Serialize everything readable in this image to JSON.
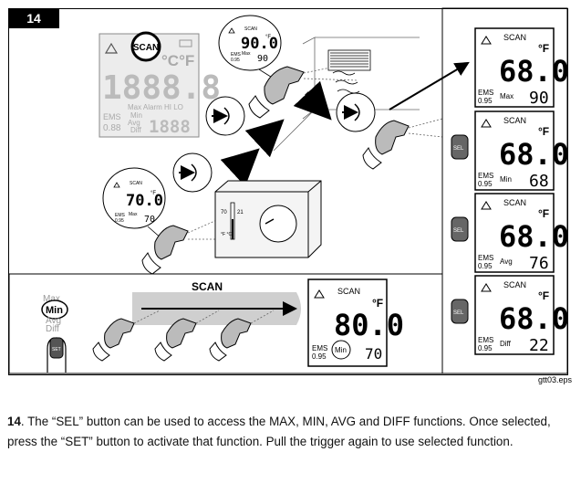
{
  "figure": {
    "number": "14",
    "file_ref": "gtt03.eps",
    "big_display": {
      "scan": "SCAN",
      "unit": "°C°F",
      "digits": "1888.8",
      "ems_label": "EMS",
      "ems_value": "0.88",
      "modes": "Max Alarm HI LO",
      "mode_min": "Min",
      "mode_avg": "Avg",
      "mode_diff": "Diff",
      "sub_digits": "1888"
    },
    "gun_display_top": {
      "scan": "SCAN",
      "value": "90.0",
      "ems": "EMS",
      "ems_value": "0.95",
      "mode": "Max",
      "sub": "90",
      "unit": "°F"
    },
    "gun_display_left": {
      "scan": "SCAN",
      "value": "70.0",
      "ems": "EMS",
      "ems_value": "0.95",
      "mode": "Max",
      "sub": "70",
      "unit": "°F"
    },
    "thermostat": {
      "t1": "70",
      "t2": "21",
      "unit": "°F °C"
    },
    "right_panels": [
      {
        "scan": "SCAN",
        "unit": "°F",
        "value": "68.0",
        "ems": "EMS",
        "ems_value": "0.95",
        "mode": "Max",
        "sub": "90",
        "button": ""
      },
      {
        "scan": "SCAN",
        "unit": "°F",
        "value": "68.0",
        "ems": "EMS",
        "ems_value": "0.95",
        "mode": "Min",
        "sub": "68",
        "button": "SEL"
      },
      {
        "scan": "SCAN",
        "unit": "°F",
        "value": "68.0",
        "ems": "EMS",
        "ems_value": "0.95",
        "mode": "Avg",
        "sub": "76",
        "button": "SEL"
      },
      {
        "scan": "SCAN",
        "unit": "°F",
        "value": "68.0",
        "ems": "EMS",
        "ems_value": "0.95",
        "mode": "Diff",
        "sub": "22",
        "button": "SEL"
      }
    ],
    "bottom": {
      "scan_label": "SCAN",
      "mode_stack": [
        "Max",
        "Min",
        "Avg",
        "Diff"
      ],
      "set_button": "SET",
      "display": {
        "scan": "SCAN",
        "unit": "°F",
        "value": "80.0",
        "ems": "EMS",
        "ems_value": "0.95",
        "mode": "Min",
        "sub": "70"
      }
    }
  },
  "caption": {
    "number": "14",
    "text": ". The “SEL” button can be used to access the MAX, MIN, AVG and DIFF functions. Once selected, press the “SET” button to activate that function. Pull the trigger again to use selected function."
  }
}
